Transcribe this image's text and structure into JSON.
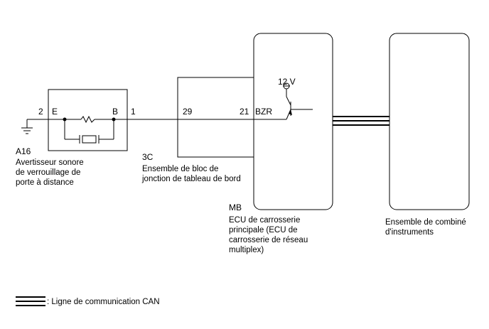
{
  "buzzer": {
    "code": "A16",
    "name_lines": [
      "Avertisseur sonore",
      "de verrouillage de",
      "porte à distance"
    ],
    "pin_e_number": "2",
    "pin_e_label": "E",
    "pin_b_label": "B",
    "pin_b_number": "1"
  },
  "junction_block": {
    "code": "3C",
    "pin": "29",
    "name_lines": [
      "Ensemble de bloc de",
      "jonction de tableau de bord"
    ]
  },
  "body_ecu": {
    "code": "MB",
    "pin": "21",
    "pin_label": "BZR",
    "supply": "12 V",
    "name_lines": [
      "ECU de carrosserie",
      "principale (ECU de",
      "carrosserie de réseau",
      "multiplex)"
    ]
  },
  "meter": {
    "name_lines": [
      "Ensemble de combiné",
      "d'instruments"
    ]
  },
  "legend": {
    "text": ": Ligne de communication CAN"
  }
}
